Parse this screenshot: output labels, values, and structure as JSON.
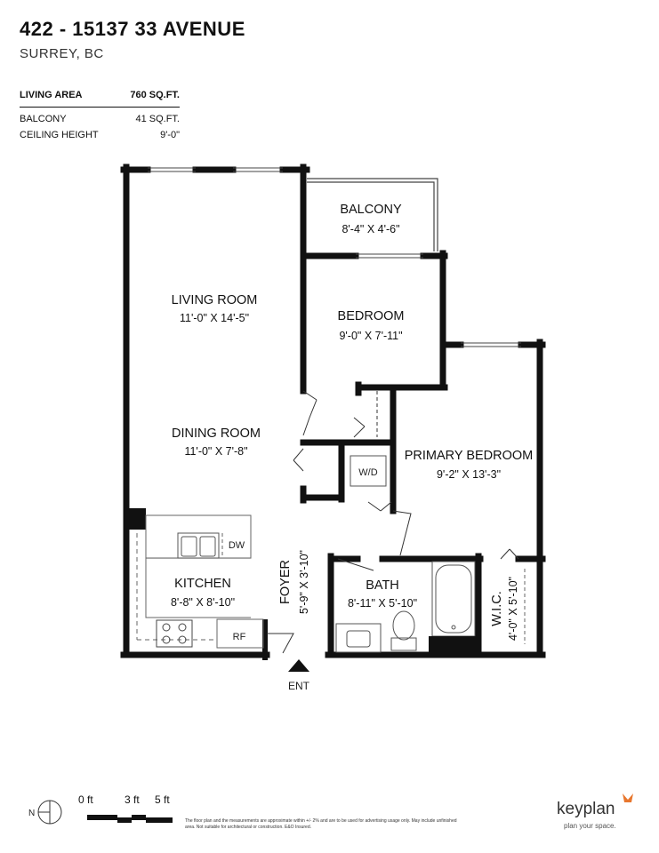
{
  "header": {
    "address": "422 - 15137 33 AVENUE",
    "city": "SURREY, BC"
  },
  "stats": [
    {
      "label": "LIVING AREA",
      "value": "760 SQ.FT."
    },
    {
      "label": "BALCONY",
      "value": "41 SQ.FT."
    },
    {
      "label": "CEILING HEIGHT",
      "value": "9'-0\""
    }
  ],
  "rooms": {
    "balcony": {
      "name": "BALCONY",
      "dims": "8'-4\"  X  4'-6\""
    },
    "living_room": {
      "name": "LIVING ROOM",
      "dims": "11'-0\"  X  14'-5\""
    },
    "bedroom": {
      "name": "BEDROOM",
      "dims": "9'-0\"  X  7'-11\""
    },
    "dining_room": {
      "name": "DINING ROOM",
      "dims": "11'-0\"  X  7'-8\""
    },
    "primary_bedroom": {
      "name": "PRIMARY BEDROOM",
      "dims": "9'-2\"  X  13'-3\""
    },
    "kitchen": {
      "name": "KITCHEN",
      "dims": "8'-8\"  X  8'-10\""
    },
    "foyer": {
      "name": "FOYER",
      "dims": "5'-9\"  X  3'-10\""
    },
    "bath": {
      "name": "BATH",
      "dims": "8'-11\" X 5'-10\""
    },
    "wic": {
      "name": "W.I.C.",
      "dims": "4'-0\" X 5'-10\""
    }
  },
  "fixtures": {
    "washer_dryer": "W/D",
    "dishwasher": "DW",
    "refrigerator": "RF"
  },
  "entrance": "ENT",
  "scale": {
    "zero": "0 ft",
    "three": "3 ft",
    "five": "5 ft"
  },
  "compass": "N",
  "disclaimer": "The floor plan and the measurements are approximate within +/- 2% and are to be used for advertising usage only. May include unfinished area. Not suitable for architectural or construction. E&O Insured.",
  "brand": {
    "name": "keyplan",
    "tagline": "plan your space.",
    "accent": "#e8772e"
  }
}
